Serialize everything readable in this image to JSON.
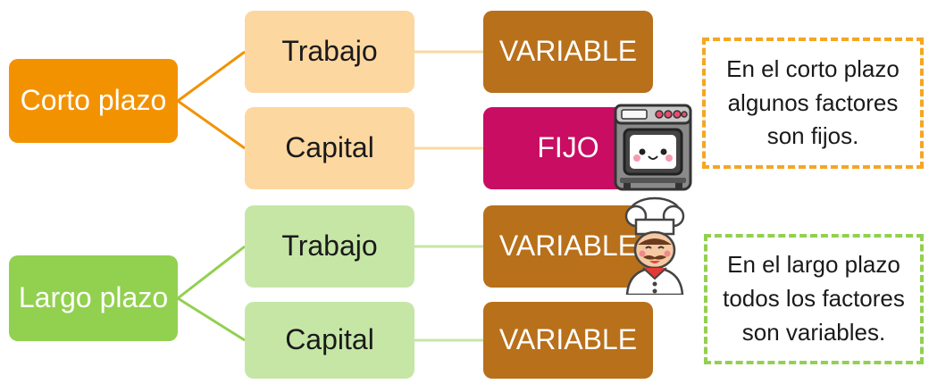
{
  "groups": [
    {
      "label": "Corto plazo",
      "color": "#f39200",
      "factors": [
        {
          "name": "Trabajo",
          "type": "VARIABLE"
        },
        {
          "name": "Capital",
          "type": "FIJO"
        }
      ],
      "note": "En el corto plazo algunos factores son fijos."
    },
    {
      "label": "Largo plazo",
      "color": "#92d050",
      "factors": [
        {
          "name": "Trabajo",
          "type": "VARIABLE"
        },
        {
          "name": "Capital",
          "type": "VARIABLE"
        }
      ],
      "note": "En el largo plazo todos los factores son variables."
    }
  ],
  "colors": {
    "variable": "#b8701a",
    "fijo": "#c90d63",
    "short_light": "#fdd7a0",
    "long_light": "#c6e6a6"
  },
  "icons": [
    "oven-icon",
    "chef-icon"
  ]
}
